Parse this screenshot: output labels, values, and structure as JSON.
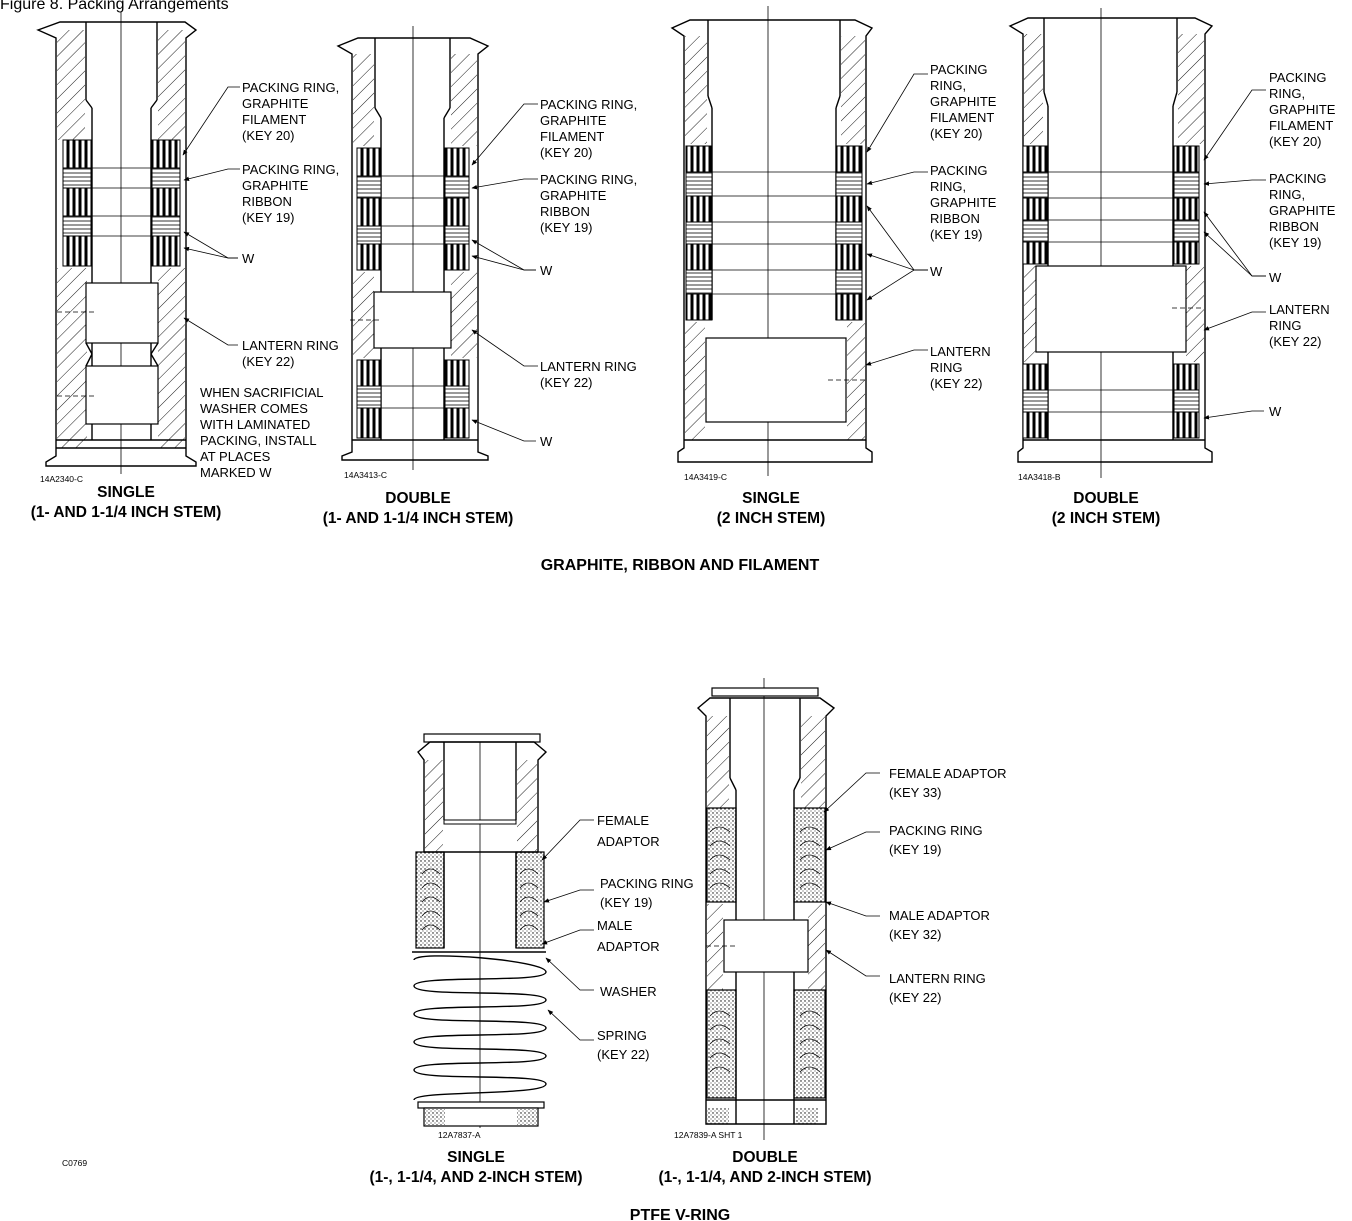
{
  "header": "Figure 8. Packing Arrangements",
  "graphite": {
    "section_title": "GRAPHITE, RIBBON AND FILAMENT",
    "fig1": {
      "code": "14A2340-C",
      "title": "SINGLE",
      "subtitle": "(1- AND 1-1/4 INCH STEM)",
      "callouts": [
        [
          "PACKING RING,",
          "GRAPHITE",
          "FILAMENT",
          "(KEY 20)"
        ],
        [
          "PACKING RING,",
          "GRAPHITE",
          "RIBBON",
          "(KEY 19)"
        ],
        [
          "W"
        ],
        [
          "LANTERN RING",
          "(KEY 22)"
        ]
      ],
      "note": [
        "WHEN SACRIFICIAL",
        "WASHER COMES",
        "WITH LAMINATED",
        "PACKING, INSTALL",
        "AT PLACES",
        "MARKED W"
      ]
    },
    "fig2": {
      "code": "14A3413-C",
      "title": "DOUBLE",
      "subtitle": "(1- AND 1-1/4 INCH STEM)",
      "callouts": [
        [
          "PACKING RING,",
          "GRAPHITE",
          "FILAMENT",
          "(KEY 20)"
        ],
        [
          "PACKING RING,",
          "GRAPHITE",
          "RIBBON",
          "(KEY 19)"
        ],
        [
          "W"
        ],
        [
          "LANTERN RING",
          "(KEY 22)"
        ],
        [
          "W"
        ]
      ]
    },
    "fig3": {
      "code": "14A3419-C",
      "title": "SINGLE",
      "subtitle": "(2 INCH STEM)",
      "callouts": [
        [
          "PACKING",
          "RING,",
          "GRAPHITE",
          "FILAMENT",
          "(KEY 20)"
        ],
        [
          "PACKING",
          "RING,",
          "GRAPHITE",
          "RIBBON",
          "(KEY 19)"
        ],
        [
          "W"
        ],
        [
          "LANTERN",
          "RING",
          "(KEY 22)"
        ]
      ]
    },
    "fig4": {
      "code": "14A3418-B",
      "title": "DOUBLE",
      "subtitle": "(2 INCH STEM)",
      "callouts": [
        [
          "PACKING",
          "RING,",
          "GRAPHITE",
          "FILAMENT",
          "(KEY 20)"
        ],
        [
          "PACKING",
          "RING,",
          "GRAPHITE",
          "RIBBON",
          "(KEY 19)"
        ],
        [
          "W"
        ],
        [
          "LANTERN",
          "RING",
          "(KEY 22)"
        ],
        [
          "W"
        ]
      ]
    }
  },
  "ptfe": {
    "section_title": "PTFE V-RING",
    "fig5": {
      "code": "12A7837-A",
      "title": "SINGLE",
      "subtitle": "(1-, 1-1/4, AND 2-INCH STEM)",
      "callouts": [
        [
          "FEMALE",
          "ADAPTOR"
        ],
        [
          "PACKING RING",
          "(KEY 19)"
        ],
        [
          "MALE",
          "ADAPTOR"
        ],
        [
          "WASHER"
        ],
        [
          "SPRING",
          "(KEY 22)"
        ]
      ]
    },
    "fig6": {
      "code": "12A7839-A SHT 1",
      "title": "DOUBLE",
      "subtitle": "(1-, 1-1/4, AND 2-INCH STEM)",
      "callouts": [
        [
          "FEMALE ADAPTOR",
          "(KEY 33)"
        ],
        [
          "PACKING RING",
          "(KEY 19)"
        ],
        [
          "MALE ADAPTOR",
          "(KEY 32)"
        ],
        [
          "LANTERN RING",
          "(KEY 22)"
        ]
      ]
    }
  },
  "drawing_code": "C0769"
}
